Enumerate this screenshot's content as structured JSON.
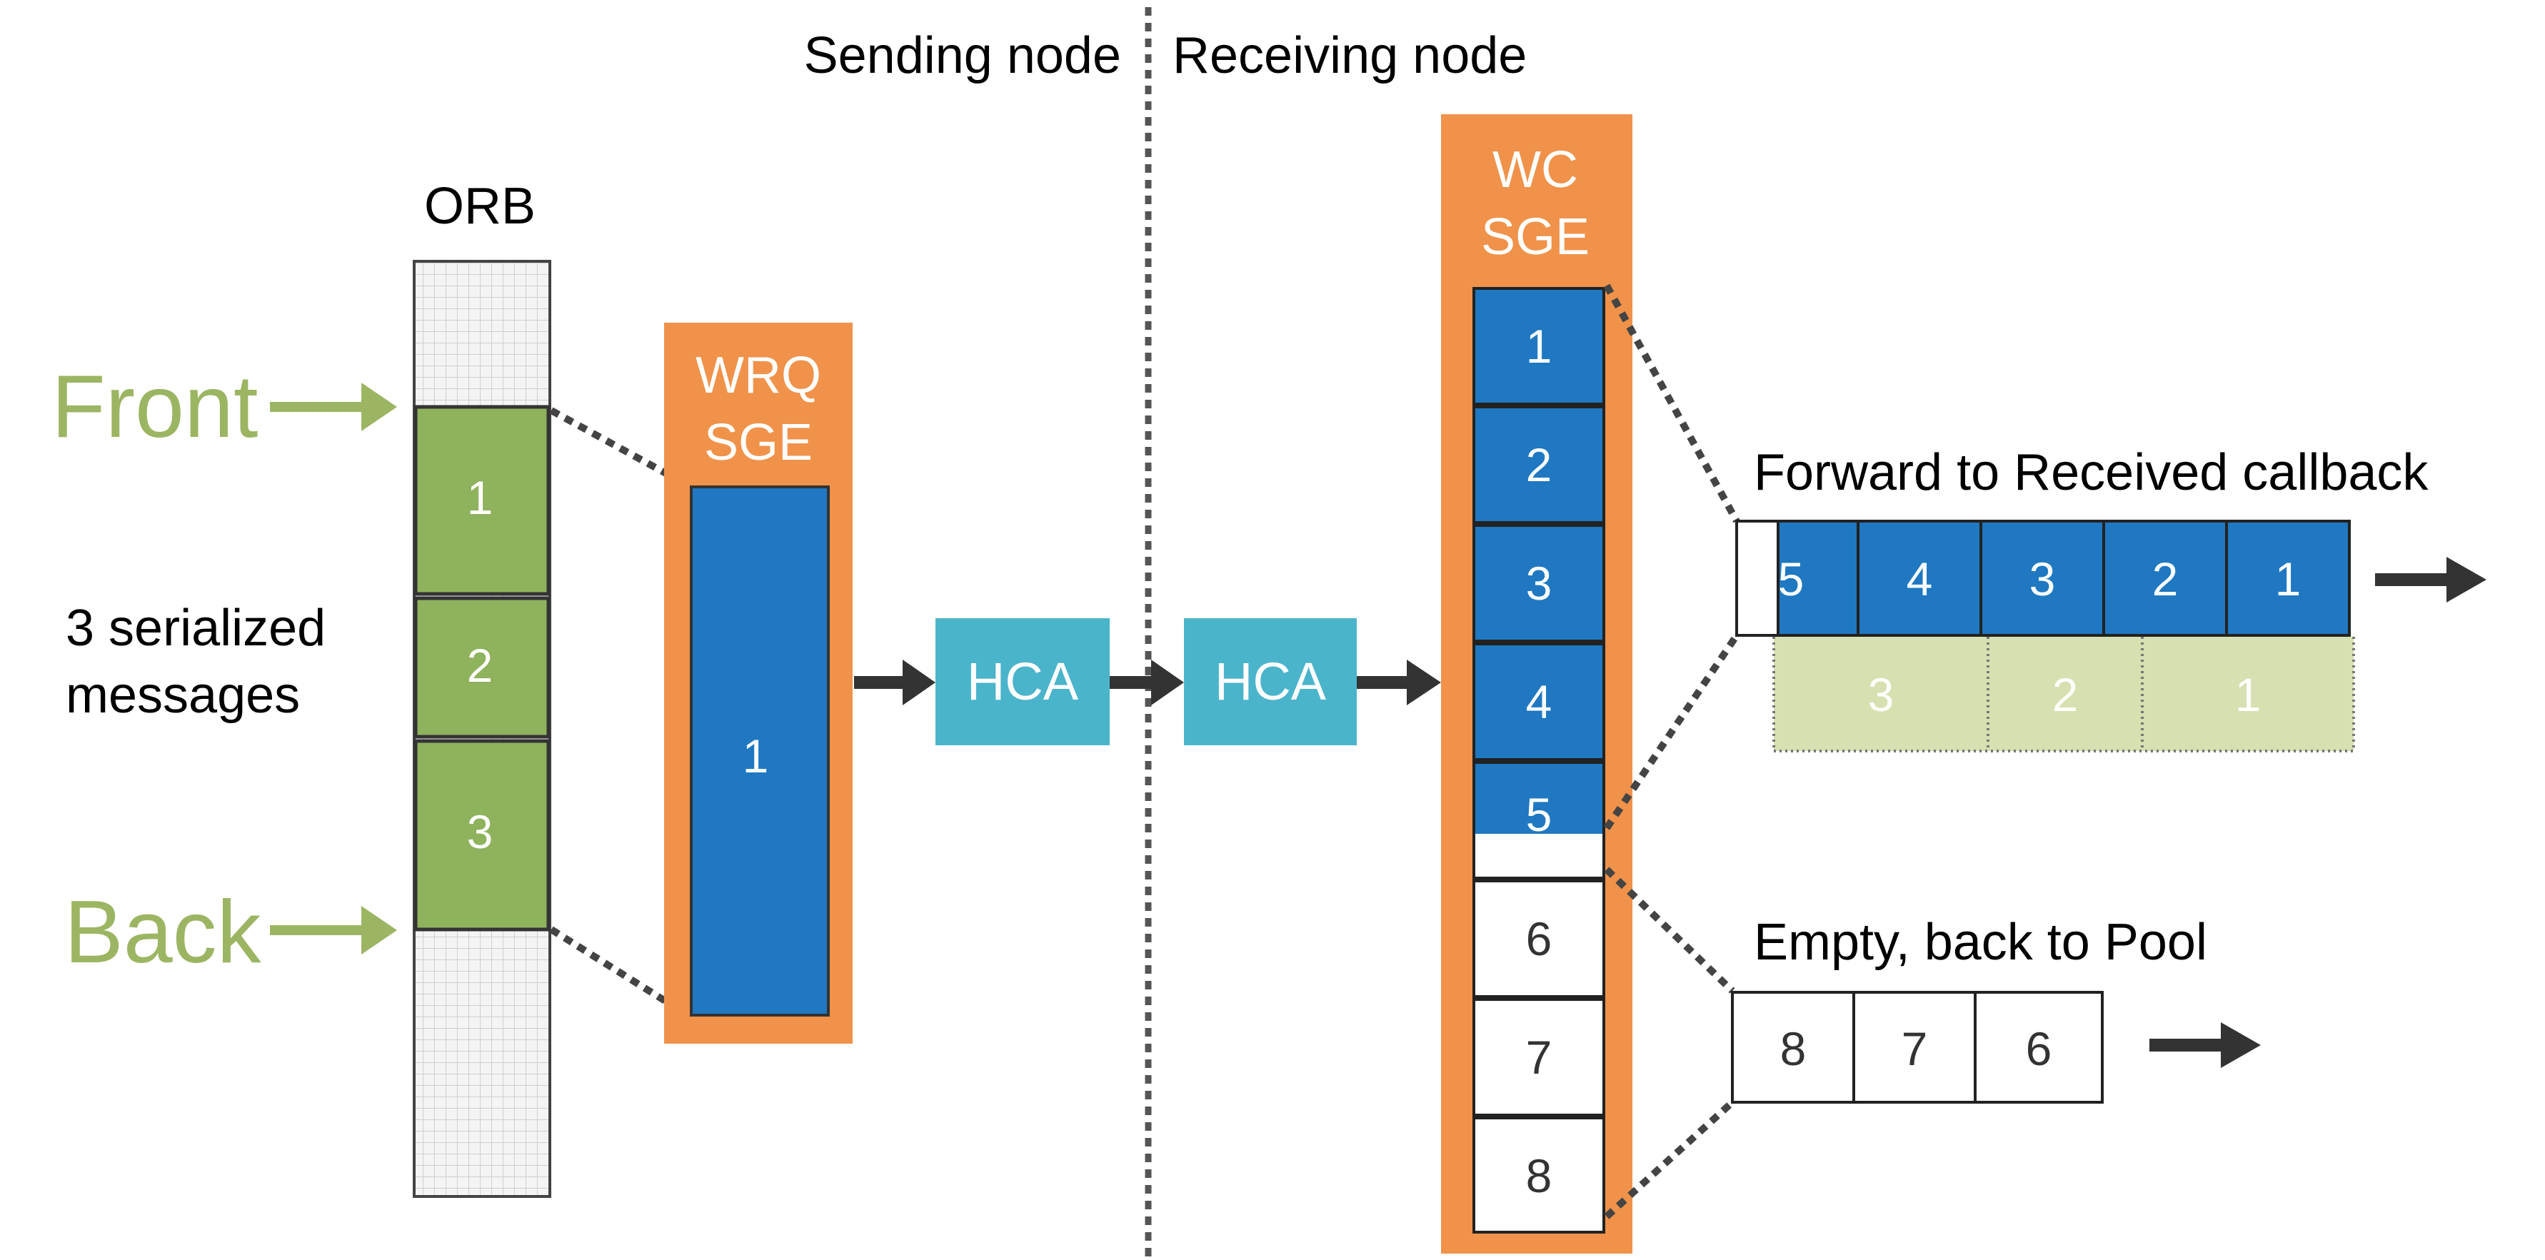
{
  "nodes": {
    "sending_label": "Sending node",
    "receiving_label": "Receiving node"
  },
  "orb": {
    "title": "ORB",
    "front_label": "Front",
    "back_label": "Back",
    "messages_caption_line1": "3 serialized",
    "messages_caption_line2": "messages",
    "messages": [
      "1",
      "2",
      "3"
    ]
  },
  "wrq": {
    "title_line1": "WRQ",
    "title_line2": "SGE",
    "buffer_label": "1"
  },
  "hca": {
    "sender_label": "HCA",
    "receiver_label": "HCA"
  },
  "wc": {
    "title_line1": "WC",
    "title_line2": "SGE",
    "slots_filled": [
      "1",
      "2",
      "3",
      "4",
      "5"
    ],
    "slots_empty": [
      "6",
      "7",
      "8"
    ]
  },
  "forward": {
    "caption": "Forward to Received callback",
    "buffers": [
      "5",
      "4",
      "3",
      "2",
      "1"
    ],
    "messages": [
      "3",
      "2",
      "1"
    ]
  },
  "pool": {
    "caption": "Empty, back to Pool",
    "buffers": [
      "8",
      "7",
      "6"
    ]
  },
  "colors": {
    "orange": "#f0924a",
    "blue": "#1f78c1",
    "teal": "#4ab4cb",
    "green": "#8fb25c",
    "green_text": "#9cb563",
    "pale_green": "#d6e0b0",
    "dark": "#333333"
  }
}
